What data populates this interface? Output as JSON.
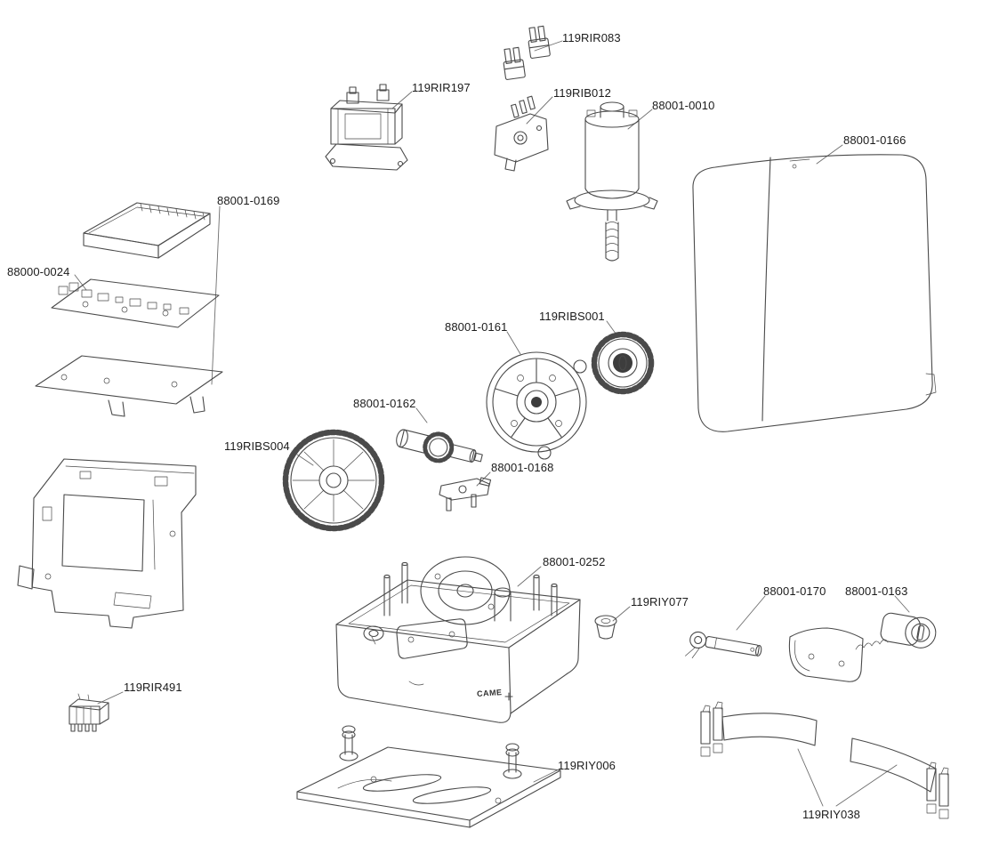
{
  "diagram": {
    "background_color": "#ffffff",
    "line_color": "#4a4a4a",
    "label_color": "#1b1b1b",
    "brand_text": "CAME",
    "parts": [
      {
        "label": "119RIR083"
      },
      {
        "label": "119RIR197"
      },
      {
        "label": "119RIB012"
      },
      {
        "label": "88001-0010"
      },
      {
        "label": "88001-0166"
      },
      {
        "label": "88001-0169"
      },
      {
        "label": "88000-0024"
      },
      {
        "label": "88001-0161"
      },
      {
        "label": "119RIBS001"
      },
      {
        "label": "88001-0162"
      },
      {
        "label": "119RIBS004"
      },
      {
        "label": "88001-0168"
      },
      {
        "label": "88001-0252"
      },
      {
        "label": "119RIY077"
      },
      {
        "label": "88001-0170"
      },
      {
        "label": "88001-0163"
      },
      {
        "label": "119RIR491"
      },
      {
        "label": "119RIY006"
      },
      {
        "label": "119RIY038"
      }
    ]
  }
}
